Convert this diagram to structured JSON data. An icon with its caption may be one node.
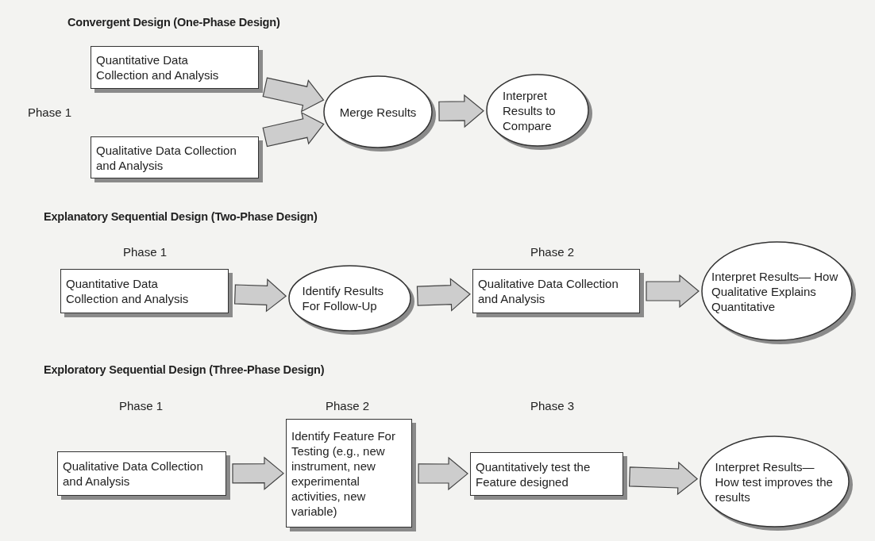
{
  "diagram": {
    "nodes": [
      {
        "text": [
          "Quantitative Data Collection and Analysis"
        ]
      },
      {
        "text": [
          "Qualitative Data Collection and Analysis"
        ]
      },
      {
        "text": [
          "Merge Results"
        ]
      },
      {
        "text": [
          "Interpret Results to Compare"
        ]
      },
      {
        "text": [
          "Quantitative Data Collection and Analysis"
        ]
      },
      {
        "text": [
          "Identify Results For Follow-Up"
        ]
      },
      {
        "text": [
          "Qualitative Data Collection and Analysis"
        ]
      },
      {
        "text": [
          "Interpret Results— How Qualitative Explains Quantitative"
        ]
      },
      {
        "text": [
          "Qualitative Data Collection and Analysis"
        ]
      },
      {
        "text": [
          "Identify Feature For Testing (e.g., new instrument, new experimental activities, new variable)"
        ]
      },
      {
        "text": [
          "Quantitatively test the Feature designed"
        ]
      },
      {
        "text": [
          "Interpret Results— How test improves the results"
        ]
      }
    ],
    "edges": [
      {
        "from": 0,
        "to": 2,
        "arrow": "to"
      },
      {
        "from": 1,
        "to": 2,
        "arrow": "to"
      },
      {
        "from": 2,
        "to": 3,
        "arrow": "to"
      },
      {
        "from": 4,
        "to": 5,
        "arrow": "to"
      },
      {
        "from": 5,
        "to": 6,
        "arrow": "to"
      },
      {
        "from": 6,
        "to": 7,
        "arrow": "to"
      },
      {
        "from": 8,
        "to": 9,
        "arrow": "to"
      },
      {
        "from": 9,
        "to": 10,
        "arrow": "to"
      },
      {
        "from": 10,
        "to": 11,
        "arrow": "to"
      }
    ],
    "labels": [
      "Convergent Design (One-Phase Design)",
      "Phase 1",
      "Explanatory Sequential Design (Two-Phase Design)",
      "Phase 1",
      "Phase 2",
      "Exploratory Sequential Design (Three-Phase Design)",
      "Phase 1",
      "Phase 2",
      "Phase 3"
    ]
  }
}
